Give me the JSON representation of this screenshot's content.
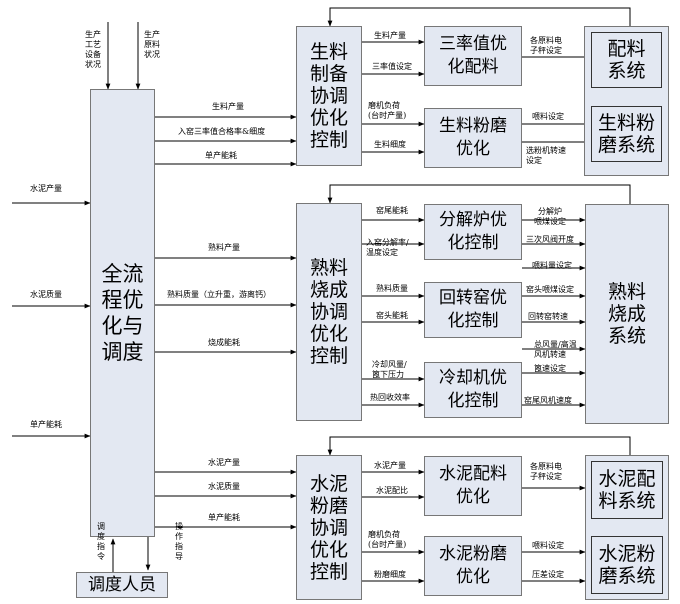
{
  "main": {
    "label": "全流\n程优\n化与\n调度"
  },
  "operator": {
    "label": "调度人员"
  },
  "left_inputs": {
    "cement_output": "水泥产量",
    "cement_quality": "水泥质量",
    "unit_energy": "单产能耗"
  },
  "top_inputs": {
    "production_status": "生产工艺设备状况",
    "raw_status": "生产原料状况"
  },
  "bottom_signals": {
    "dispatch": "调度指令",
    "operation": "操作指导"
  },
  "sec1": {
    "coord": "生料\n制备\n协调\n优化\n控制",
    "feed": [
      "生料产量",
      "入窑三率值合格率&细度",
      "单产能耗"
    ],
    "opt1": "三率值优\n化配料",
    "opt1_in": [
      "生料产量",
      "三率值设定"
    ],
    "opt1_out": "各原料电\n子秤设定",
    "opt2": "生料粉磨\n优化",
    "opt2_in": [
      "磨机负荷\n(台时产量)",
      "生料细度"
    ],
    "opt2_out": [
      "喂料设定",
      "选粉机转速\n设定"
    ],
    "sys1": "配料\n系统",
    "sys2": "生料粉\n磨系统"
  },
  "sec2": {
    "coord": "熟料\n烧成\n协调\n优化\n控制",
    "feed": [
      "熟料产量",
      "熟料质量（立升重，游离钙）",
      "烧成能耗"
    ],
    "opt1": "分解炉优\n化控制",
    "opt1_in": [
      "窑尾能耗",
      "入窑分解率/\n温度设定"
    ],
    "opt1_out": [
      "分解炉\n喂煤设定",
      "三次风阀开度",
      "喂料量设定"
    ],
    "opt2": "回转窑优\n化控制",
    "opt2_in": [
      "熟料质量",
      "窑头能耗"
    ],
    "opt2_out": [
      "窑头喂煤设定",
      "回转窑转速"
    ],
    "opt3": "冷却机优\n化控制",
    "opt3_in": [
      "冷却风量/\n篦下压力",
      "热回收效率"
    ],
    "opt3_out": [
      "总风量/高温\n风机转速",
      "篦速设定",
      "窑尾风机速度"
    ],
    "sys": "熟料\n烧成\n系统"
  },
  "sec3": {
    "coord": "水泥\n粉磨\n协调\n优化\n控制",
    "feed": [
      "水泥产量",
      "水泥质量",
      "单产能耗"
    ],
    "opt1": "水泥配料\n优化",
    "opt1_in": [
      "水泥产量",
      "水泥配比"
    ],
    "opt1_out": "各原料电\n子秤设定",
    "opt2": "水泥粉磨\n优化",
    "opt2_in": [
      "磨机负荷\n(台时产量)",
      "粉磨细度"
    ],
    "opt2_out": [
      "喂料设定",
      "压差设定"
    ],
    "sys1": "水泥配\n料系统",
    "sys2": "水泥粉\n磨系统"
  }
}
